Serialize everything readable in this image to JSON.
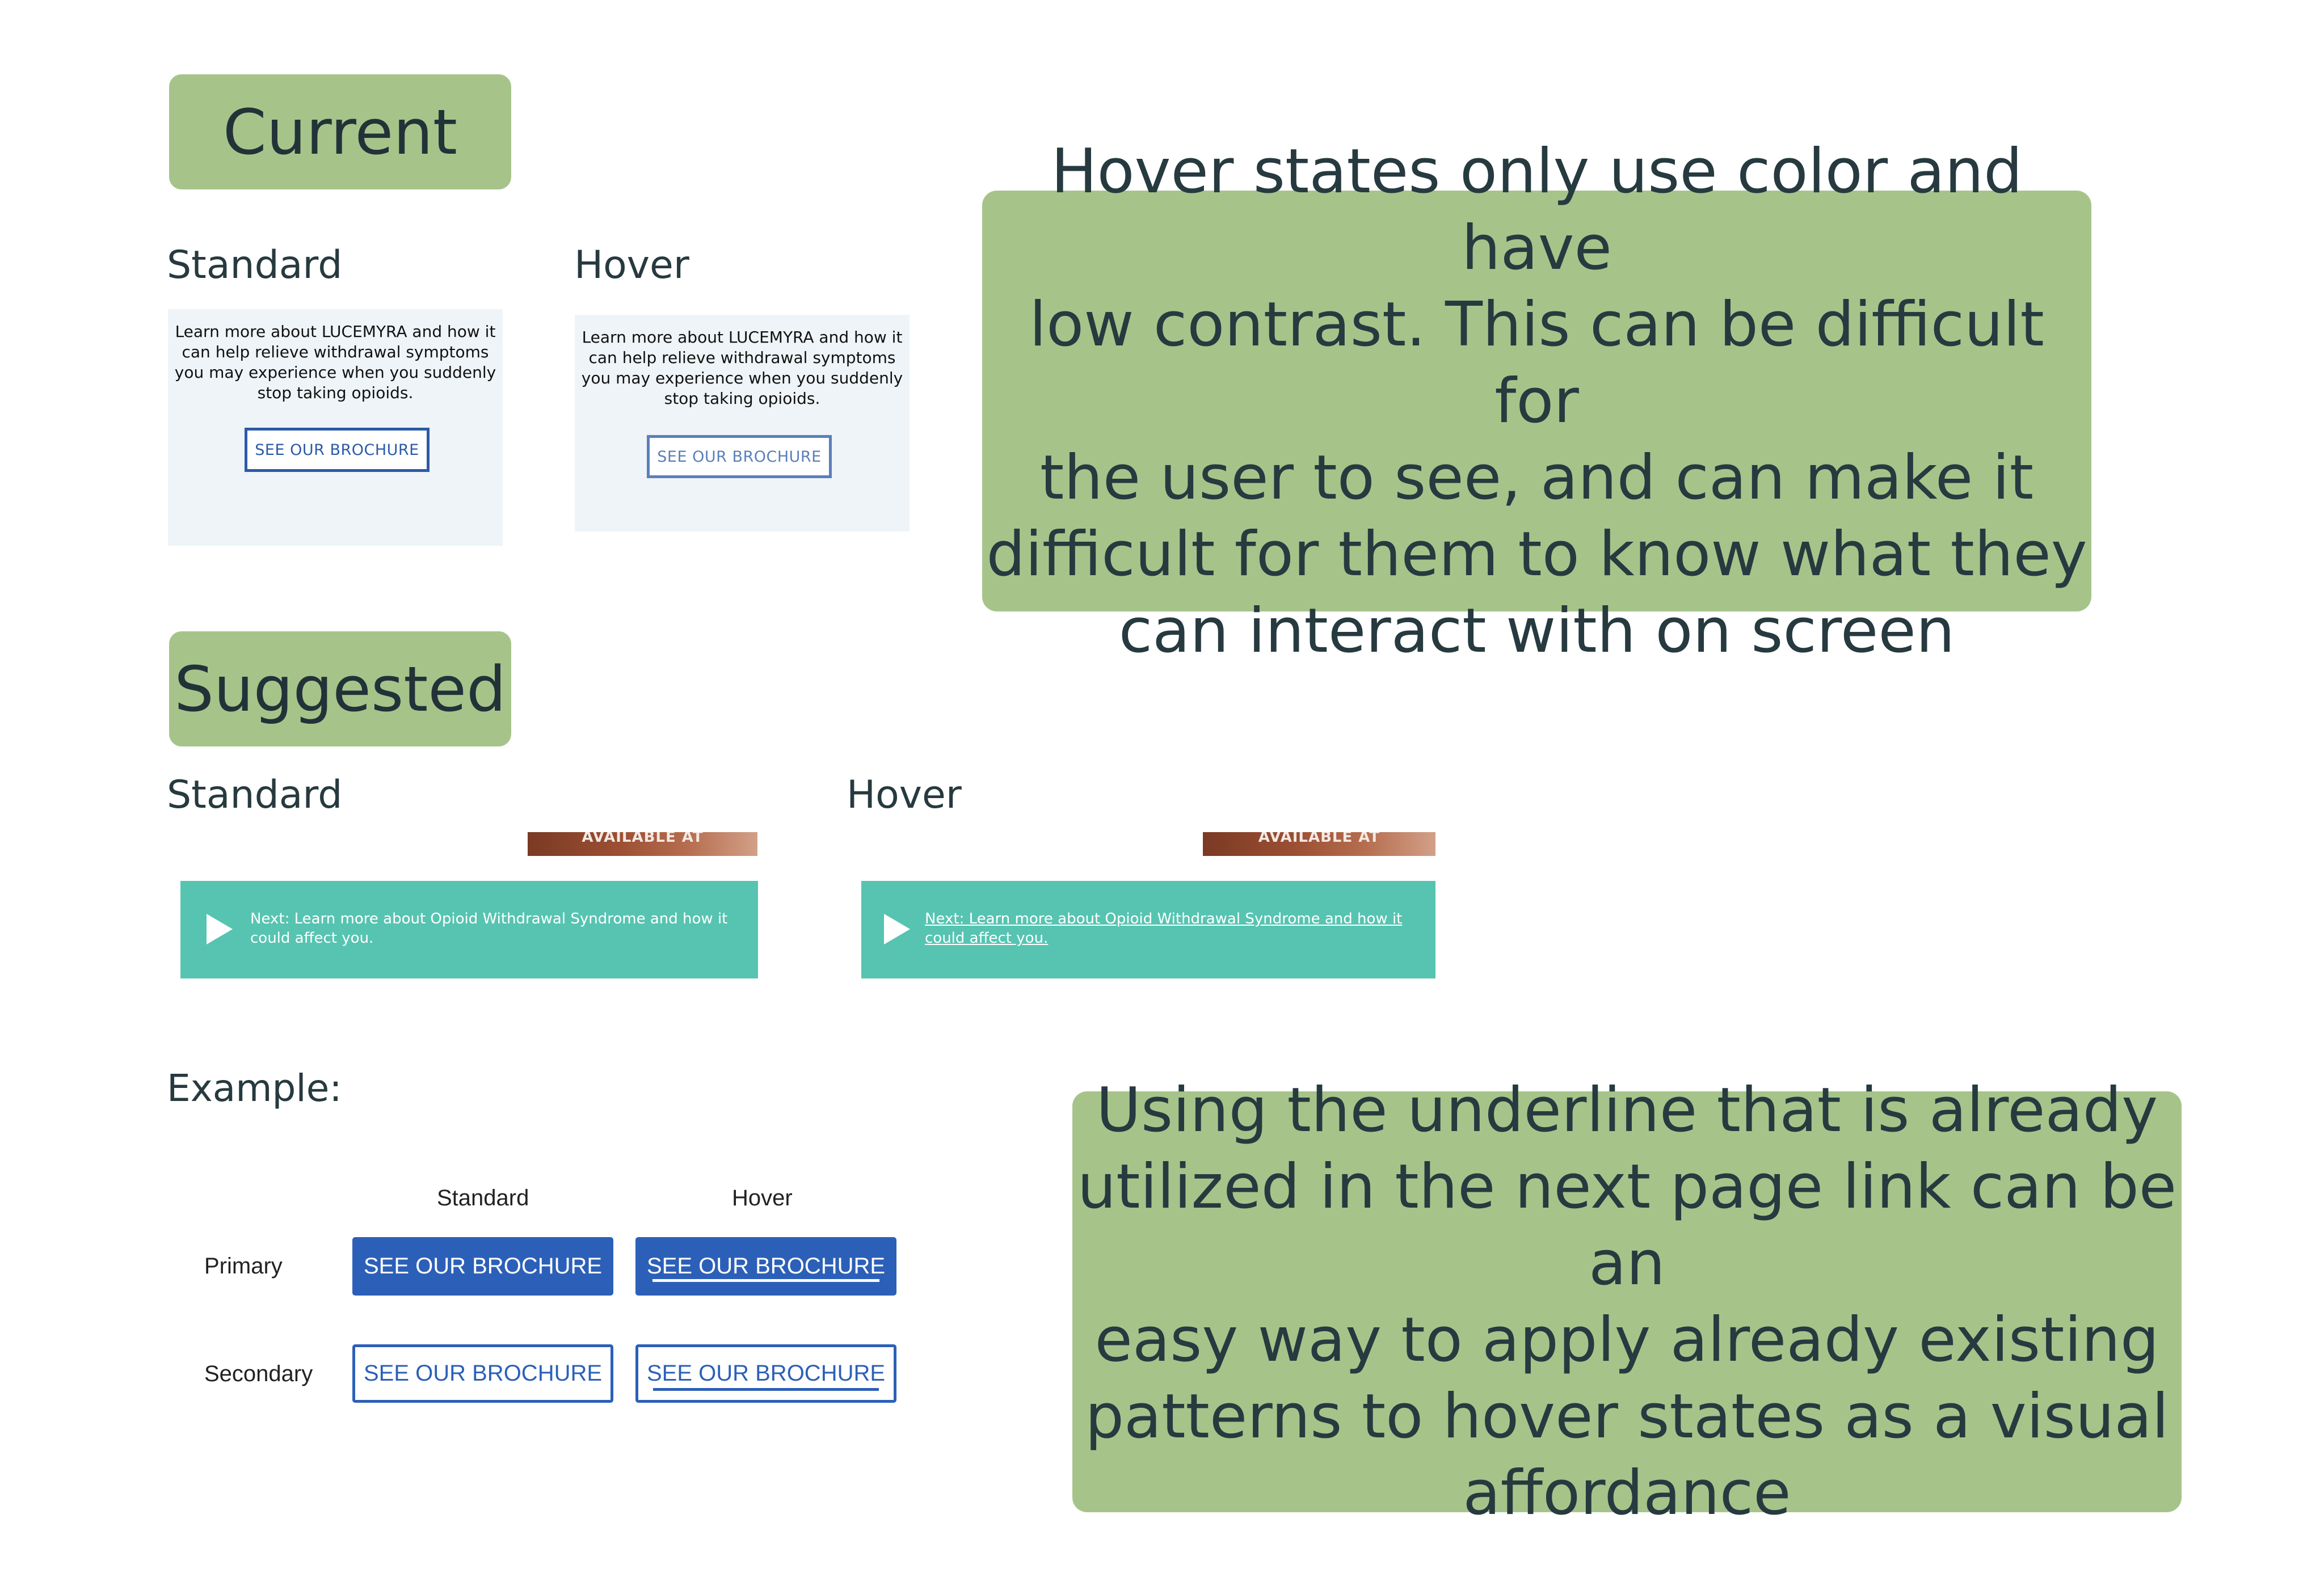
{
  "sections": {
    "current_label": "Current",
    "suggested_label": "Suggested"
  },
  "current": {
    "standard_label": "Standard",
    "hover_label": "Hover",
    "card_lines": [
      "Learn more about LUCEMYRA and how it",
      "can help relieve withdrawal symptoms",
      "you may experience when you suddenly",
      "stop taking opioids."
    ],
    "cta_label": "SEE OUR BROCHURE",
    "standard_cta_color": "#2c5aa8",
    "hover_cta_color": "#5b7fb9"
  },
  "callout_top": {
    "lines": [
      "Hover states only use color and have",
      "low contrast. This can be difficult for",
      "the user to see, and can make it",
      "difficult for them to know what they",
      "can interact with on screen"
    ]
  },
  "suggested": {
    "standard_label": "Standard",
    "hover_label": "Hover",
    "photo_text": "AVAILABLE AT",
    "banner_lines": [
      "Next: Learn more about Opioid Withdrawal Syndrome and how it",
      "could affect you."
    ],
    "banner_color": "#56c4b1",
    "play_icon": "play-icon"
  },
  "example": {
    "title": "Example:",
    "col_standard": "Standard",
    "col_hover": "Hover",
    "row_primary": "Primary",
    "row_secondary": "Secondary",
    "button_label": "SEE OUR BROCHURE",
    "accent": "#2c60b8"
  },
  "callout_bottom": {
    "lines": [
      "Using the underline that is already",
      "utilized in the next page link can be an",
      "easy way to apply already existing",
      "patterns to hover states as a visual",
      "affordance"
    ]
  }
}
